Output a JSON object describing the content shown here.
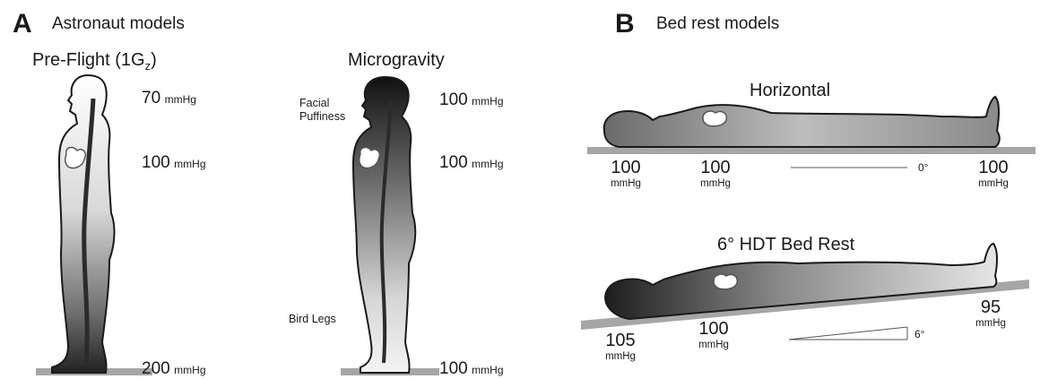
{
  "panel_a": {
    "letter": "A",
    "title": "Astronaut models",
    "preflight": {
      "title": "Pre-Flight (1G",
      "title_sub": "z",
      "title_end": ")",
      "pressures": [
        {
          "value": "70",
          "unit": "mmHg"
        },
        {
          "value": "100",
          "unit": "mmHg"
        },
        {
          "value": "200",
          "unit": "mmHg"
        }
      ]
    },
    "microgravity": {
      "title": "Microgravity",
      "note_face": [
        "Facial",
        "Puffiness"
      ],
      "note_legs": "Bird Legs",
      "pressures": [
        {
          "value": "100",
          "unit": "mmHg"
        },
        {
          "value": "100",
          "unit": "mmHg"
        },
        {
          "value": "100",
          "unit": "mmHg"
        }
      ]
    }
  },
  "panel_b": {
    "letter": "B",
    "title": "Bed rest models",
    "horizontal": {
      "title": "Horizontal",
      "angle": "0°",
      "pressures": [
        {
          "value": "100",
          "unit": "mmHg"
        },
        {
          "value": "100",
          "unit": "mmHg"
        },
        {
          "value": "100",
          "unit": "mmHg"
        }
      ]
    },
    "hdt": {
      "title": "6° HDT Bed Rest",
      "angle": "6°",
      "pressures": [
        {
          "value": "105",
          "unit": "mmHg"
        },
        {
          "value": "100",
          "unit": "mmHg"
        },
        {
          "value": "95",
          "unit": "mmHg"
        }
      ]
    }
  },
  "colors": {
    "outline": "#1a1a1a",
    "ground": "#a6a6a6",
    "dark_fill": "#2b2b2b",
    "light_fill": "#f2f2f2"
  }
}
